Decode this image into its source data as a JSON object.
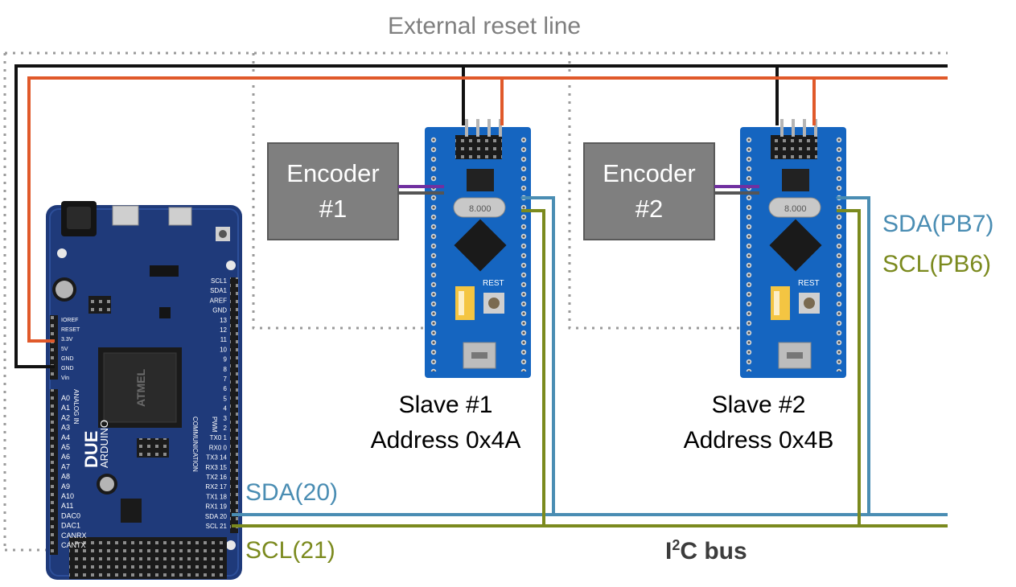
{
  "title": "External reset line",
  "encoders": [
    {
      "line1": "Encoder",
      "line2": "#1"
    },
    {
      "line1": "Encoder",
      "line2": "#2"
    }
  ],
  "slaves": [
    {
      "name": "Slave #1",
      "address": "Address 0x4A",
      "chip_label": "8.000",
      "rest_label": "REST",
      "sda": "SDA(PB7)",
      "scl": "SCL(PB6)"
    },
    {
      "name": "Slave #2",
      "address": "Address 0x4B",
      "chip_label": "8.000",
      "rest_label": "REST",
      "sda": "SDA(PB7)",
      "scl": "SCL(PB6)"
    }
  ],
  "master": {
    "brand": "ARDUINO",
    "model": "DUE",
    "chip_text": "ATMEL",
    "sda": "SDA(20)",
    "scl": "SCL(21)",
    "power_pins": [
      "IOREF",
      "RESET",
      "3.3V",
      "5V",
      "GND",
      "GND",
      "Vin"
    ],
    "analog_pins": [
      "A0",
      "A1",
      "A2",
      "A3",
      "A4",
      "A5",
      "A6",
      "A7",
      "A8",
      "A9",
      "A10",
      "A11",
      "DAC0",
      "DAC1",
      "CANRX",
      "CANTX"
    ],
    "digital_pins": [
      "SCL1",
      "SDA1",
      "AREF",
      "GND",
      "13",
      "12",
      "11",
      "10",
      "9",
      "8",
      "7",
      "6",
      "5",
      "4",
      "3",
      "2",
      "TX0 1",
      "RX0 0",
      "TX3 14",
      "RX3 15",
      "TX2 16",
      "RX2 17",
      "TX1 18",
      "RX1 19",
      "SDA 20",
      "SCL 21"
    ],
    "section_labels": [
      "PWM",
      "COMMUNICATION",
      "ANALOG IN"
    ]
  },
  "bus_label": {
    "prefix": "I",
    "sup": "2",
    "suffix": "C bus"
  },
  "colors": {
    "reset_line": "#9a9a9a",
    "ground": "#111111",
    "power": "#e0592a",
    "sda": "#4a8db3",
    "scl": "#7b8a1e",
    "encoder_box": "#7f7f7f",
    "encoder_wire": "#7030a0",
    "board_blue": "#1f3a7a",
    "slave_blue": "#1565c0"
  }
}
